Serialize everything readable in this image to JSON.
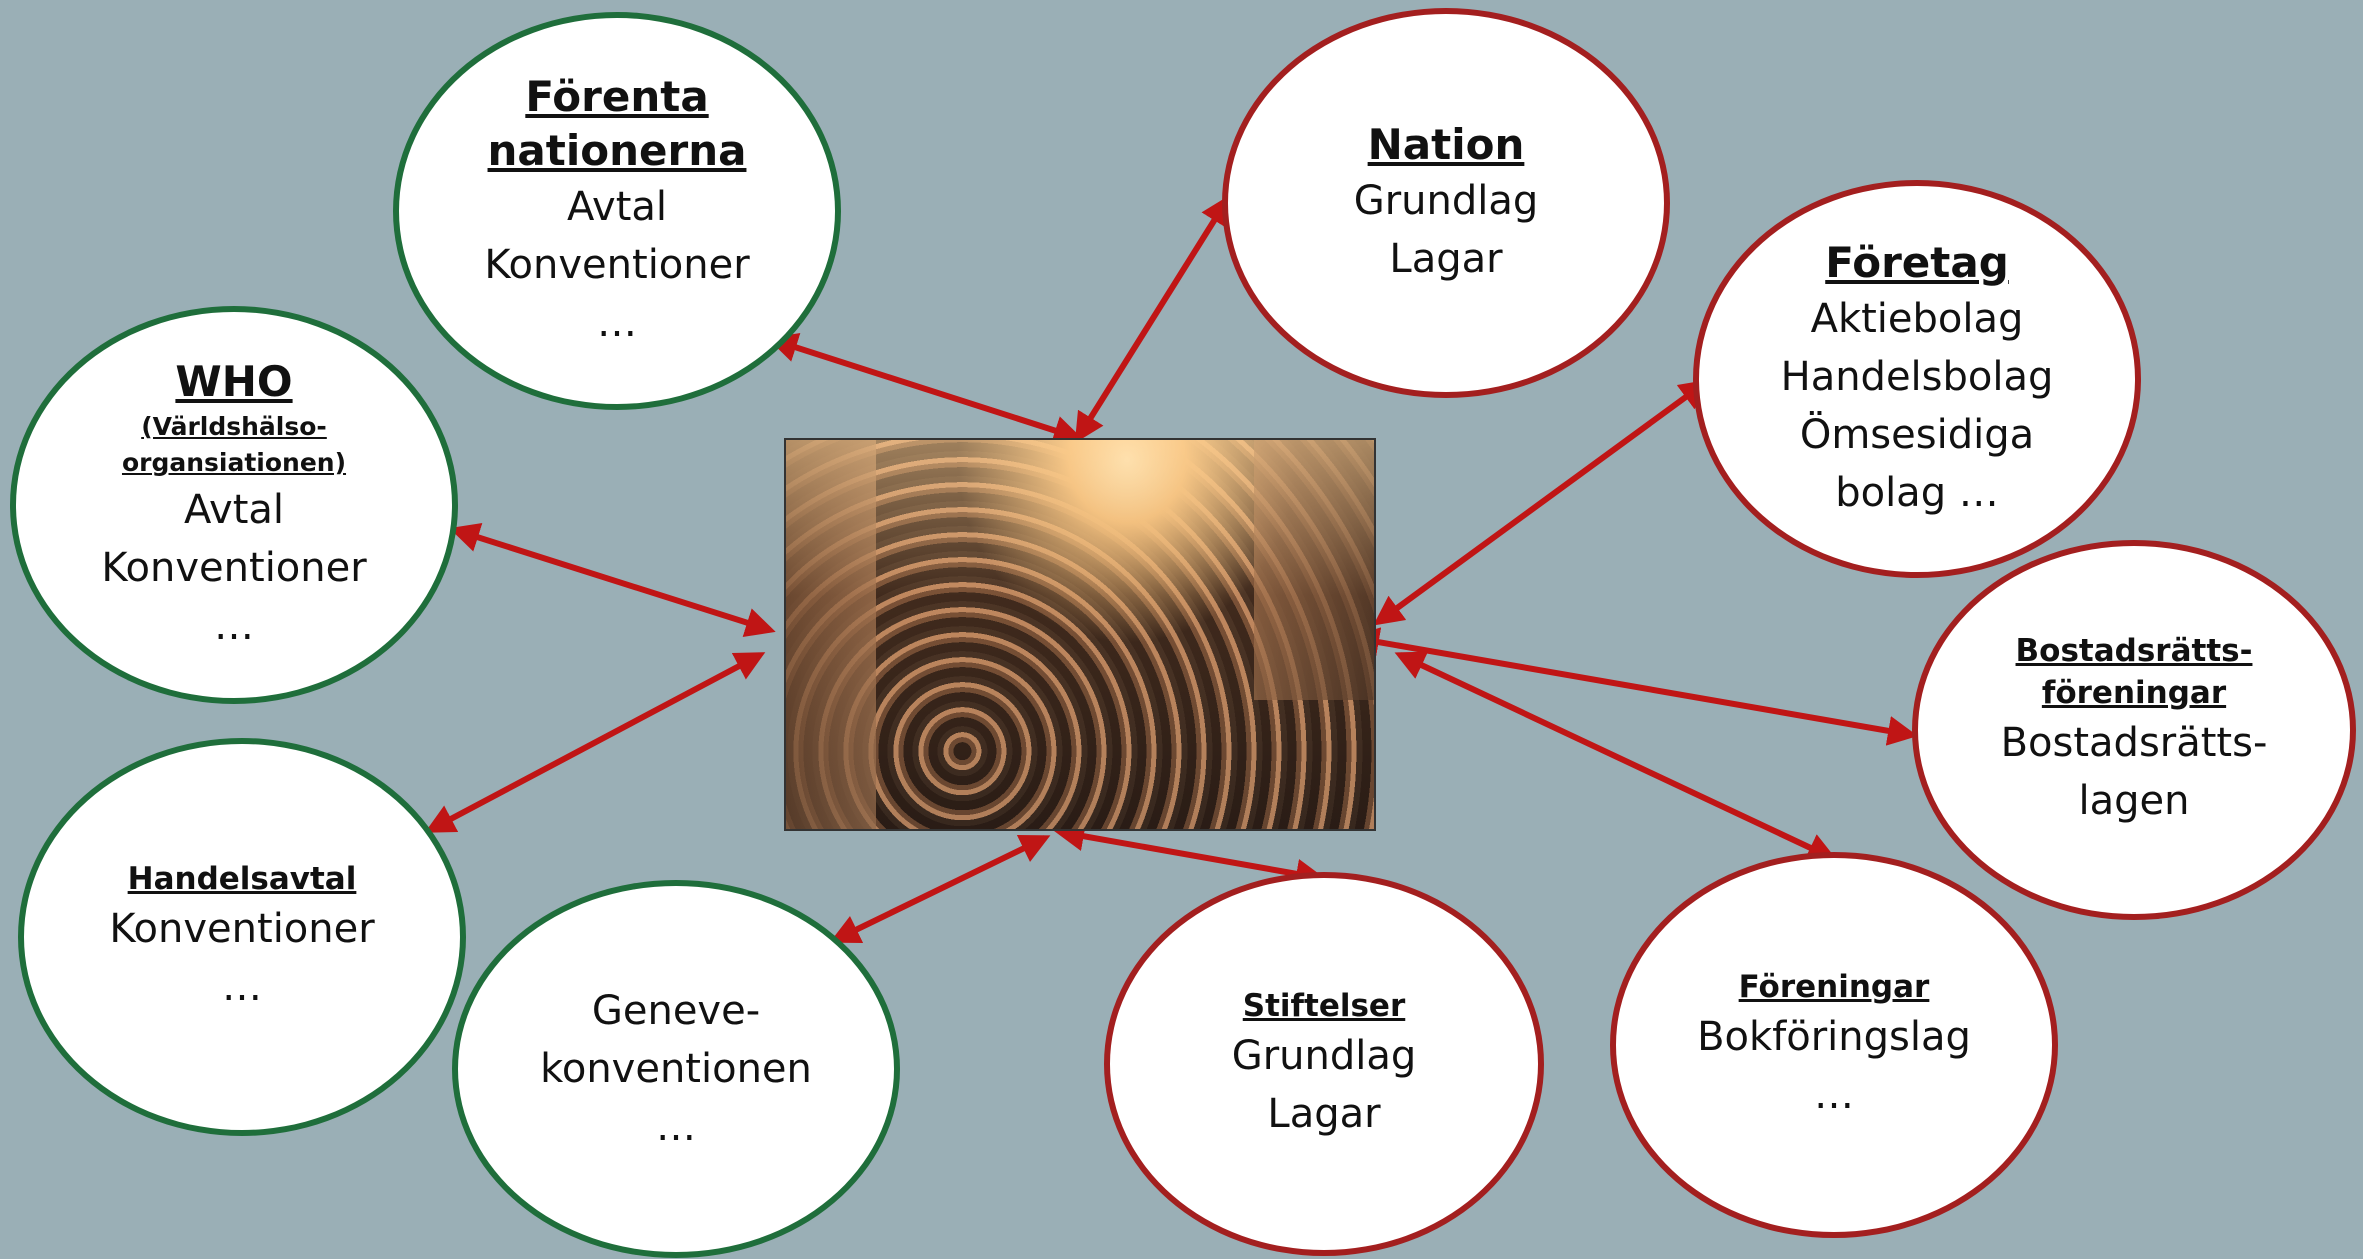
{
  "colors": {
    "background": "#9aafb6",
    "national_border": "#a31f1f",
    "international_border": "#1f6e3b",
    "arrow": "#c01515"
  },
  "center_image": {
    "icon": "crowd-photo"
  },
  "nodes": {
    "forenta": {
      "title": [
        "Förenta",
        "nationerna"
      ],
      "lines": [
        "Avtal",
        "Konventioner",
        "…"
      ]
    },
    "who": {
      "title": "WHO",
      "subtitle": [
        "(Världshälso-",
        "organsiationen)"
      ],
      "lines": [
        "Avtal",
        "Konventioner",
        "…"
      ]
    },
    "handelsavtal": {
      "title": "Handelsavtal",
      "lines": [
        "Konventioner",
        "…"
      ]
    },
    "geneve": {
      "lines": [
        "Geneve-",
        "konventionen",
        "…"
      ]
    },
    "nation": {
      "title": "Nation",
      "lines": [
        "Grundlag",
        "Lagar"
      ]
    },
    "foretag": {
      "title": "Företag",
      "lines": [
        "Aktiebolag",
        "Handelsbolag",
        "Ömsesidiga",
        "bolag …"
      ]
    },
    "bostad": {
      "title": [
        "Bostadsrätts-",
        "föreningar"
      ],
      "lines": [
        "Bostadsrätts-",
        "lagen"
      ]
    },
    "stiftelser": {
      "title": "Stiftelser",
      "lines": [
        "Grundlag",
        "Lagar"
      ]
    },
    "foreningar": {
      "title": "Föreningar",
      "lines": [
        "Bokföringslag",
        "…"
      ]
    }
  }
}
